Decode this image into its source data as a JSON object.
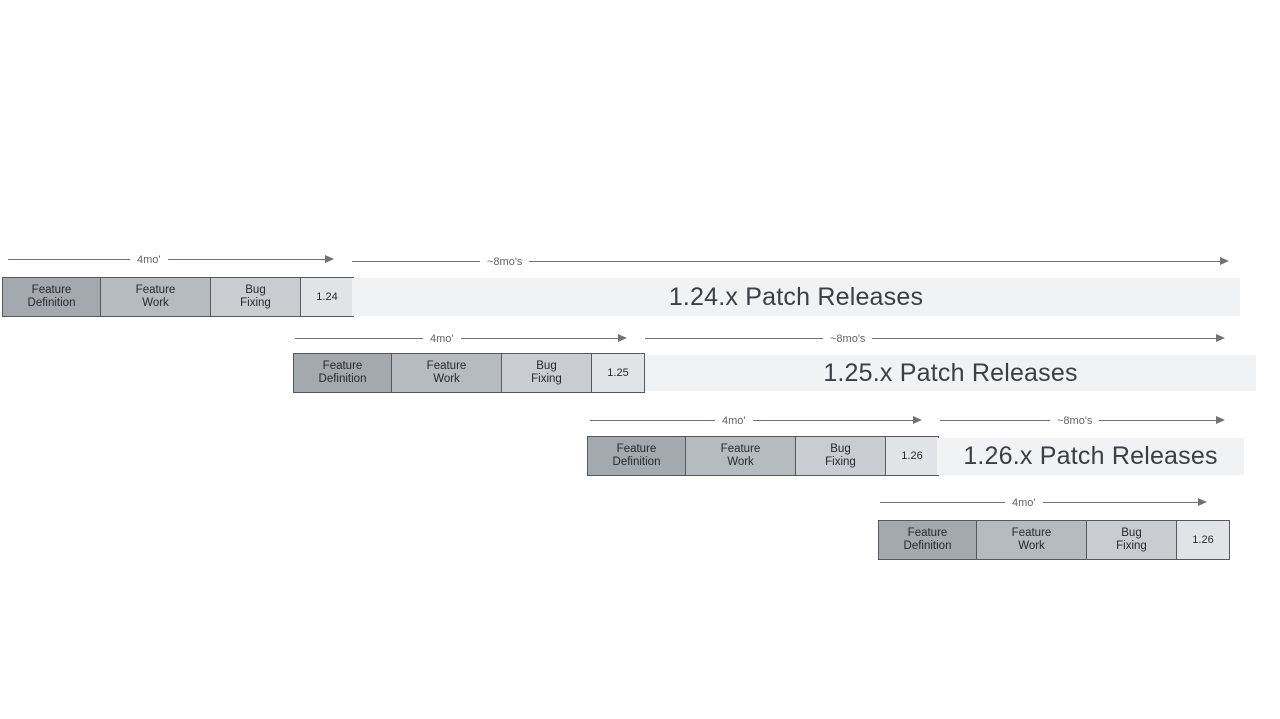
{
  "colors": {
    "feature-definition-fill": "#a4a9af",
    "feature-work-fill": "#b6bbc0",
    "bug-fixing-fill": "#c9cdd1",
    "version-box-fill": "#e1e4e7",
    "patch-bar-fill": "#f1f2f4",
    "bar-border": "#55595e",
    "arrow-line": "#6e7379",
    "duration-label-text": "#5f6468",
    "phase-text": "#26292d",
    "patch-title-text": "#3a3f45"
  },
  "labels": {
    "cycle_duration": "4mo'",
    "patch_duration": "~8mo's"
  },
  "rows": [
    {
      "version": "1.24",
      "phases": [
        [
          "Feature",
          "Definition"
        ],
        [
          "Feature",
          "Work"
        ],
        [
          "Bug",
          "Fixing"
        ]
      ],
      "patch_label": "1.24.x Patch Releases"
    },
    {
      "version": "1.25",
      "phases": [
        [
          "Feature",
          "Definition"
        ],
        [
          "Feature",
          "Work"
        ],
        [
          "Bug",
          "Fixing"
        ]
      ],
      "patch_label": "1.25.x Patch Releases"
    },
    {
      "version": "1.26",
      "phases": [
        [
          "Feature",
          "Definition"
        ],
        [
          "Feature",
          "Work"
        ],
        [
          "Bug",
          "Fixing"
        ]
      ],
      "patch_label": "1.26.x Patch Releases"
    },
    {
      "version": "1.26",
      "phases": [
        [
          "Feature",
          "Definition"
        ],
        [
          "Feature",
          "Work"
        ],
        [
          "Bug",
          "Fixing"
        ]
      ]
    }
  ]
}
